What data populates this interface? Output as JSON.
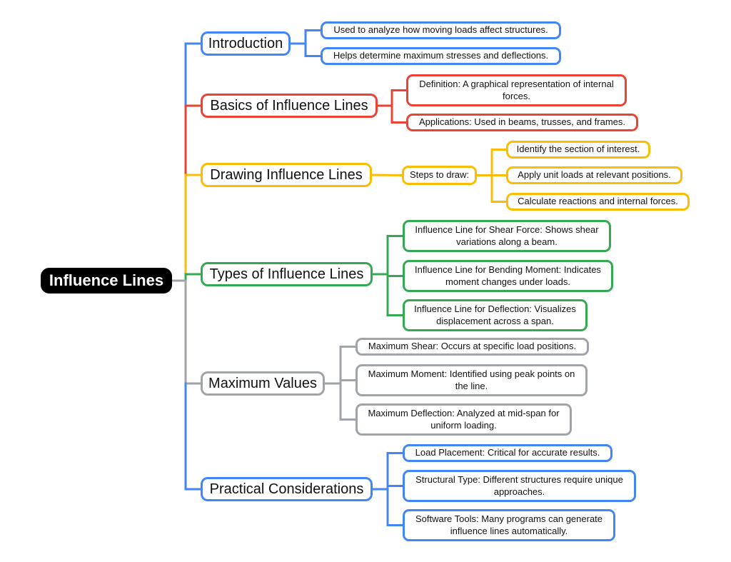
{
  "colors": {
    "blue": "#4285f4",
    "red": "#ea4335",
    "yellow": "#fbbc04",
    "green": "#34a853",
    "gray": "#a0a3a8",
    "root_bg": "#000000",
    "root_text": "#ffffff"
  },
  "root": {
    "label": "Influence Lines"
  },
  "branches": [
    {
      "label": "Introduction",
      "color": "#4285f4",
      "children": [
        {
          "label": "Used to analyze how moving loads affect structures."
        },
        {
          "label": "Helps determine maximum stresses and deflections."
        }
      ]
    },
    {
      "label": "Basics of Influence Lines",
      "color": "#ea4335",
      "children": [
        {
          "label": "Definition: A graphical representation of internal forces."
        },
        {
          "label": "Applications: Used in beams, trusses, and frames."
        }
      ]
    },
    {
      "label": "Drawing Influence Lines",
      "color": "#fbbc04",
      "children": [
        {
          "label": "Steps to draw:",
          "children": [
            {
              "label": "Identify the section of interest."
            },
            {
              "label": "Apply unit loads at relevant positions."
            },
            {
              "label": "Calculate reactions and internal forces."
            }
          ]
        }
      ]
    },
    {
      "label": "Types of Influence Lines",
      "color": "#34a853",
      "children": [
        {
          "label": "Influence Line for Shear Force: Shows shear variations along a beam."
        },
        {
          "label": "Influence Line for Bending Moment: Indicates moment changes under loads."
        },
        {
          "label": "Influence Line for Deflection: Visualizes displacement across a span."
        }
      ]
    },
    {
      "label": "Maximum Values",
      "color": "#a0a3a8",
      "children": [
        {
          "label": "Maximum Shear: Occurs at specific load positions."
        },
        {
          "label": "Maximum Moment: Identified using peak points on the line."
        },
        {
          "label": "Maximum Deflection: Analyzed at mid-span for uniform loading."
        }
      ]
    },
    {
      "label": "Practical Considerations",
      "color": "#4285f4",
      "children": [
        {
          "label": "Load Placement: Critical for accurate results."
        },
        {
          "label": "Structural Type: Different structures require unique approaches."
        },
        {
          "label": "Software Tools: Many programs can generate influence lines automatically."
        }
      ]
    }
  ]
}
